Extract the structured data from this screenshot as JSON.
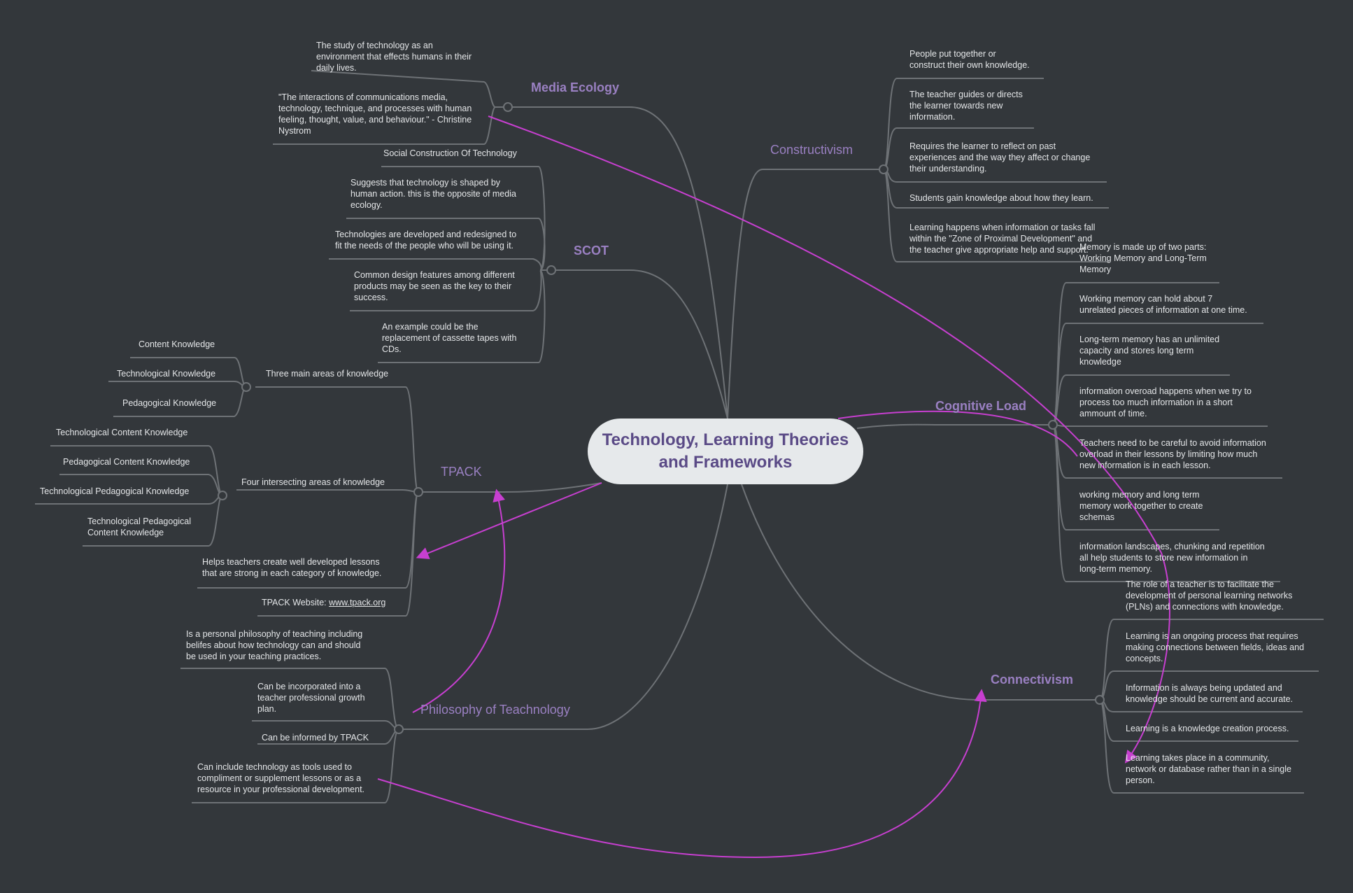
{
  "central": "Technology, Learning Theories\nand Frameworks",
  "colors": {
    "background": "#33373b",
    "line": "#6e7276",
    "branch": "#9a80c2",
    "arrow": "#c73fd0",
    "central_text": "#5a4a86",
    "central_fill": "#e6e9eb"
  },
  "media_ecology": {
    "title": "Media Ecology",
    "items": [
      "The study of technology as an\nenvironment that effects humans in their\ndaily lives.",
      "\"The interactions of communications media,\ntechnology, technique, and processes with human\nfeeling, thought, value, and behaviour.\" - Christine\nNystrom"
    ]
  },
  "scot": {
    "title": "SCOT",
    "items": [
      "Social Construction Of Technology",
      "Suggests that technology is shaped by\nhuman action. this is the opposite of media\necology.",
      "Technologies are developed and redesigned to\nfit the needs of the people who will be using it.",
      "Common design features among different\nproducts may be seen as the key to their\nsuccess.",
      "An example could be the\nreplacement of cassette tapes with\nCDs."
    ]
  },
  "tpack": {
    "title": "TPACK",
    "three_areas": "Three main areas of knowledge",
    "three_items": [
      "Content Knowledge",
      "Technological Knowledge",
      "Pedagogical Knowledge"
    ],
    "four_areas": "Four intersecting areas of knowledge",
    "four_items": [
      "Technological Content Knowledge",
      "Pedagogical Content Knowledge",
      "Technological Pedagogical Knowledge",
      "Technological Pedagogical\nContent Knowledge"
    ],
    "helps": "Helps teachers create well developed lessons\nthat are strong in each category of knowledge.",
    "website_label": "TPACK Website: ",
    "website_link": "www.tpack.org"
  },
  "philosophy": {
    "title": "Philosophy of Teachnology",
    "items": [
      "Is a personal philosophy of teaching including\n belifes about how technology can and should\nbe used in your teaching practices.",
      "Can be incorporated into a\nteacher professional growth\nplan.",
      "Can be informed by TPACK",
      "Can include technology as tools used to\ncompliment or supplement lessons or as a\nresource in your professional development."
    ]
  },
  "constructivism": {
    "title": "Constructivism",
    "items": [
      "People put together or\nconstruct their own knowledge.",
      "The teacher guides or directs\nthe learner towards new\ninformation.",
      "Requires the learner to reflect on past\nexperiences and the way they affect or change\ntheir understanding.",
      "Students gain knowledge about how they learn.",
      "Learning happens when information or tasks fall\nwithin the \"Zone of Proximal Development\" and\nthe teacher give appropriate help and support."
    ]
  },
  "cognitive_load": {
    "title": "Cognitive Load",
    "items": [
      "Memory is made up of two parts:\nWorking Memory and Long-Term\nMemory",
      "Working memory can hold about 7\nunrelated pieces of information at one time.",
      "Long-term memory has an unlimited\ncapacity and stores long term\nknowledge",
      "information overoad happens when we try to\nprocess too much information in a short\nammount of time.",
      "Teachers need to be careful to avoid information\noverload in their lessons by limiting how much\nnew information is in each lesson.",
      "working memory and long term\nmemory  work together to create\nschemas",
      "information landscapes, chunking and repetition\nall help students to store new information in\n long-term memory."
    ]
  },
  "connectivism": {
    "title": "Connectivism",
    "items": [
      "The role of a teacher is to facilitate the\ndevelopment of personal learning networks\n(PLNs) and connections with knowledge.",
      "Learning is an ongoing process that requires\nmaking connections between fields, ideas and\nconcepts.",
      "Information is always being updated and\nknowledge should be current and accurate.",
      "Learning is a knowledge creation process.",
      "Learning takes place in a community,\nnetwork or database rather than in a single\nperson."
    ]
  }
}
